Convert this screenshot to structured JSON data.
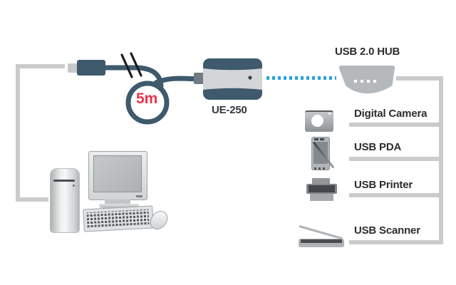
{
  "diagram": {
    "computer": {
      "name": "desktop-computer"
    },
    "cable": {
      "length_label": "5m",
      "length_label_color": "#E8354B",
      "color": "#3E5A6C"
    },
    "extender": {
      "label": "UE-250"
    },
    "link": {
      "style": "dotted",
      "color": "#2AA3D5"
    },
    "hub": {
      "label": "USB 2.0 HUB",
      "port_count": 4
    },
    "devices": [
      {
        "label": "Digital Camera",
        "icon": "digital-camera-icon"
      },
      {
        "label": "USB PDA",
        "icon": "usb-pda-icon"
      },
      {
        "label": "USB Printer",
        "icon": "usb-printer-icon"
      },
      {
        "label": "USB Scanner",
        "icon": "usb-scanner-icon"
      }
    ],
    "colors": {
      "cable_dark": "#3E5A6C",
      "connector_line": "#C9CBCD",
      "extender_face": "#D3D5D7",
      "hub_body": "#B6B9BC",
      "label_text": "#2B2D2F",
      "background": "#FFFFFF"
    }
  }
}
